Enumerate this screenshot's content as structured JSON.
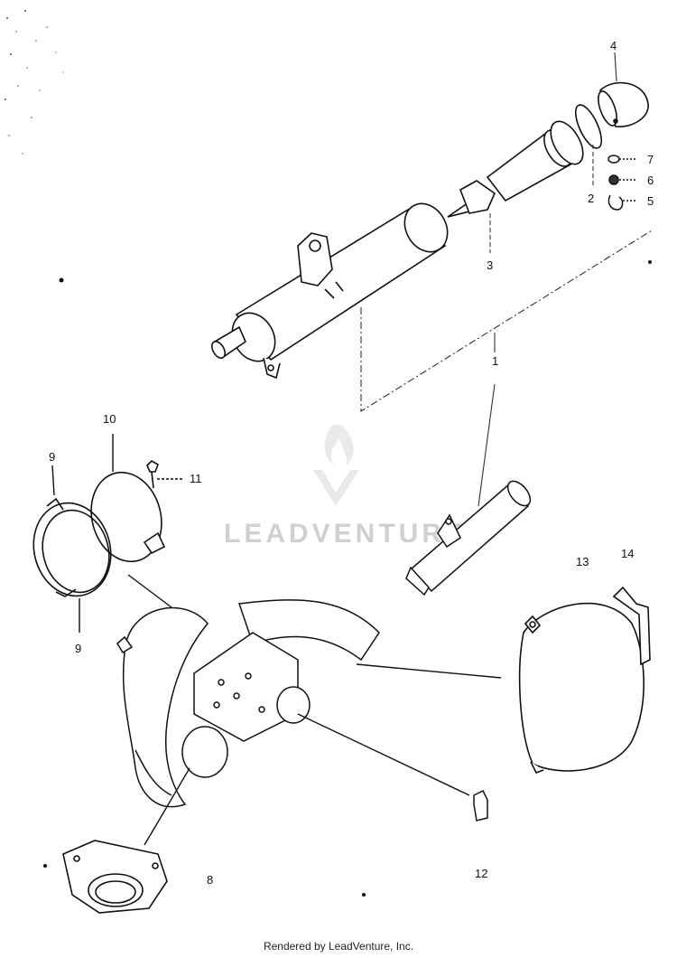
{
  "watermark": {
    "text": "LEADVENTURE",
    "color": "#d0d0d0"
  },
  "callouts": {
    "c1": "1",
    "c2": "2",
    "c3": "3",
    "c4": "4",
    "c5": "5",
    "c6": "6",
    "c7": "7",
    "c8": "8",
    "c9a": "9",
    "c9b": "9",
    "c10": "10",
    "c11": "11",
    "c12": "12",
    "c13": "13",
    "c14": "14"
  },
  "footer": {
    "text": "Rendered by LeadVenture, Inc."
  },
  "colors": {
    "ink": "#111111",
    "dash": "#333333"
  }
}
